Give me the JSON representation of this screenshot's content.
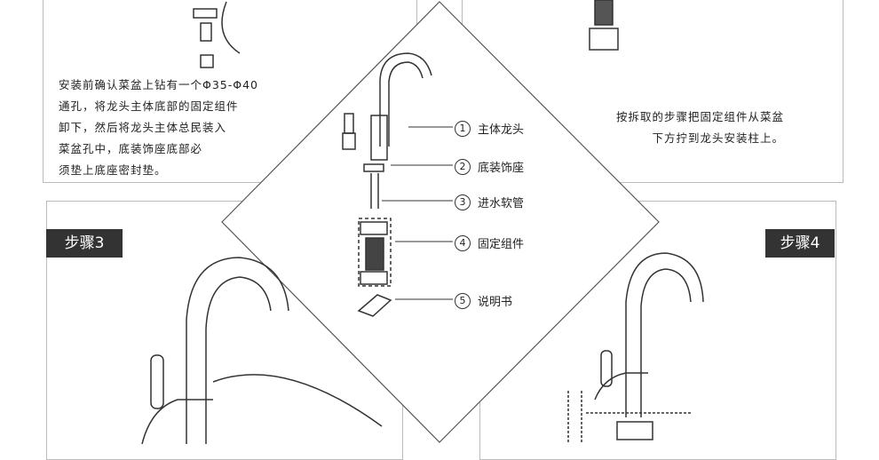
{
  "step1_text": [
    "安装前确认菜盆上钻有一个Φ35-Φ40",
    "通孔，将龙头主体底部的固定组件",
    "卸下，然后将龙头主体总民装入",
    "菜盆孔中，底装饰座底部必",
    "须垫上底座密封垫。"
  ],
  "step2_text": [
    "按拆取的步骤把固定组件从菜盆",
    "下方拧到龙头安装柱上。"
  ],
  "step3_label": "步骤3",
  "step4_label": "步骤4",
  "parts": [
    {
      "num": "1",
      "label": "主体龙头"
    },
    {
      "num": "2",
      "label": "底装饰座"
    },
    {
      "num": "3",
      "label": "进水软管"
    },
    {
      "num": "4",
      "label": "固定组件"
    },
    {
      "num": "5",
      "label": "说明书"
    }
  ]
}
